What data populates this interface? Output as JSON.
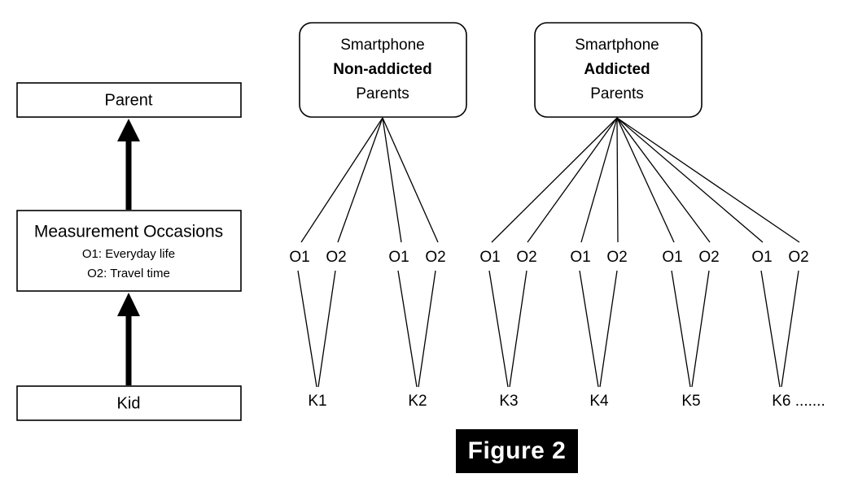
{
  "figure": {
    "caption": "Figure 2",
    "caption_bg": "#000000",
    "caption_fg": "#ffffff"
  },
  "legend_panel": {
    "levels": [
      {
        "id": "parent",
        "label": "Parent"
      },
      {
        "id": "measurement-occasions",
        "label": "Measurement Occasions",
        "sub_lines": [
          "O1: Everyday life",
          "O2: Travel time"
        ]
      },
      {
        "id": "kid",
        "label": "Kid"
      }
    ],
    "arrow_direction": "upward"
  },
  "model_panel": {
    "groups": [
      {
        "id": "non-addicted",
        "line1": "Smartphone",
        "line2": "Non-addicted",
        "line3": "Parents",
        "children": [
          "K1",
          "K2"
        ]
      },
      {
        "id": "addicted",
        "line1": "Smartphone",
        "line2": "Addicted",
        "line3": "Parents",
        "children": [
          "K3",
          "K4",
          "K5",
          "K6 ......."
        ]
      }
    ],
    "occasion_labels": [
      "O1",
      "O2"
    ],
    "occasion_pairs": [
      {
        "kid": "K1",
        "labels": [
          "O1",
          "O2"
        ]
      },
      {
        "kid": "K2",
        "labels": [
          "O1",
          "O2"
        ]
      },
      {
        "kid": "K3",
        "labels": [
          "O1",
          "O2"
        ]
      },
      {
        "kid": "K4",
        "labels": [
          "O1",
          "O2"
        ]
      },
      {
        "kid": "K5",
        "labels": [
          "O1",
          "O2"
        ]
      },
      {
        "kid": "K6 .......",
        "labels": [
          "O1",
          "O2"
        ]
      }
    ],
    "kid_labels": [
      "K1",
      "K2",
      "K3",
      "K4",
      "K5",
      "K6 ......."
    ]
  },
  "colors": {
    "stroke": "#000000",
    "fill": "#ffffff",
    "text": "#000000"
  }
}
